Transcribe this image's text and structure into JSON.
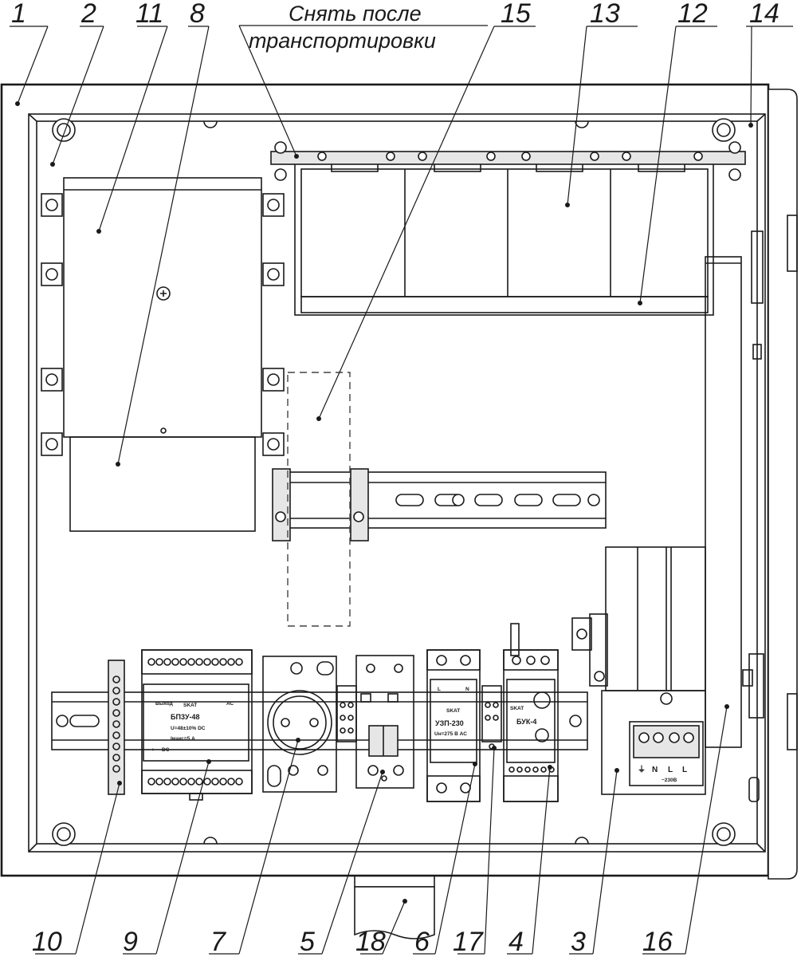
{
  "note": {
    "line1": "Снять после",
    "line2": "транспортировки"
  },
  "callouts": [
    {
      "id": "1",
      "label": "1"
    },
    {
      "id": "2",
      "label": "2"
    },
    {
      "id": "11",
      "label": "11"
    },
    {
      "id": "8",
      "label": "8"
    },
    {
      "id": "15",
      "label": "15"
    },
    {
      "id": "13",
      "label": "13"
    },
    {
      "id": "12",
      "label": "12"
    },
    {
      "id": "14",
      "label": "14"
    },
    {
      "id": "10",
      "label": "10"
    },
    {
      "id": "9",
      "label": "9"
    },
    {
      "id": "7",
      "label": "7"
    },
    {
      "id": "5",
      "label": "5"
    },
    {
      "id": "18",
      "label": "18"
    },
    {
      "id": "6",
      "label": "6"
    },
    {
      "id": "17",
      "label": "17"
    },
    {
      "id": "4",
      "label": "4"
    },
    {
      "id": "3",
      "label": "3"
    },
    {
      "id": "16",
      "label": "16"
    }
  ],
  "devices": {
    "psu": {
      "brand": "SKAT",
      "model": "БП3У-48",
      "out_label": "Выход",
      "ac_label": "АС",
      "spec_u": "U=48±10% DC",
      "spec_i": "Iмакс=5 A",
      "dc_label": "DC",
      "plus": "+",
      "minus": "−"
    },
    "uzp": {
      "brand": "SKAT",
      "model": "УЗП-230",
      "spec": "Uн=275 В AC",
      "l_label": "L",
      "n_label": "N"
    },
    "buk": {
      "brand": "SKAT",
      "model": "БУК-4"
    },
    "terminal": {
      "labels": [
        "⏚",
        "N",
        "L",
        "L"
      ],
      "caption": "~230B"
    }
  }
}
